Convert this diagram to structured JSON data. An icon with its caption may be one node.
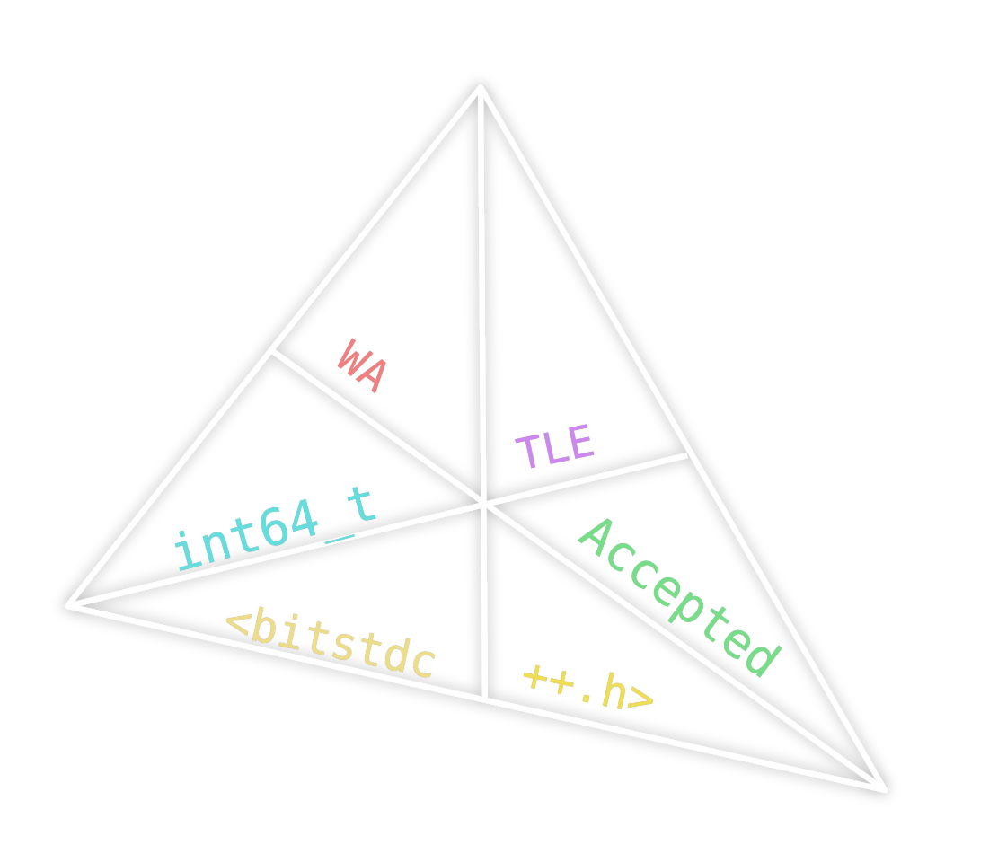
{
  "diagram": {
    "labels": [
      "WA",
      "TLE",
      "int64_t",
      "Accepted",
      "<bitstdc",
      "++.h>"
    ]
  }
}
